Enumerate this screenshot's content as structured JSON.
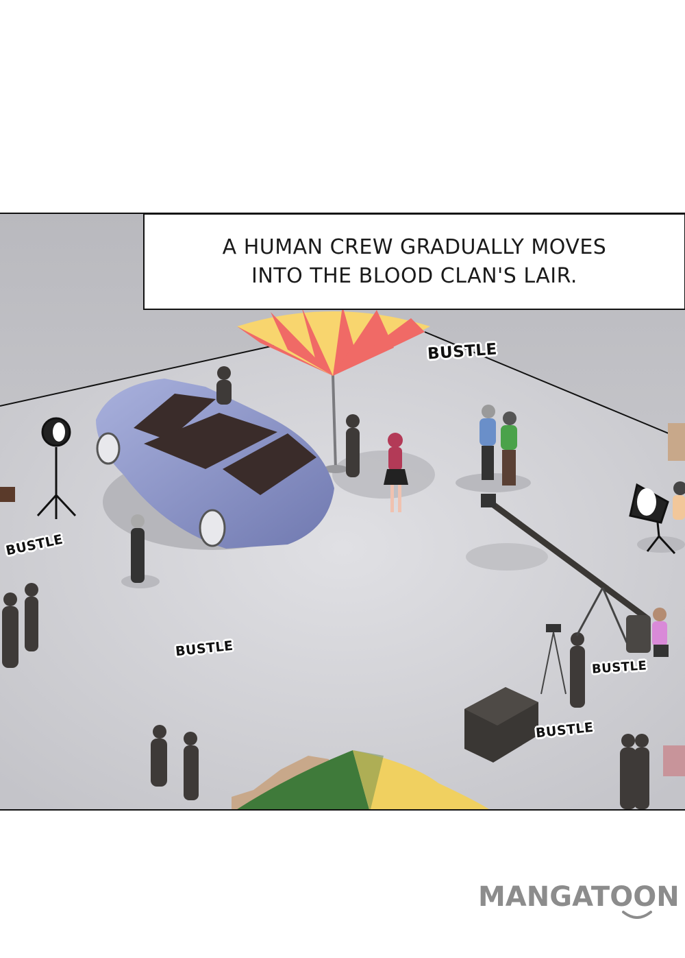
{
  "caption": {
    "line1": "A HUMAN CREW GRADUALLY MOVES",
    "line2": "INTO THE BLOOD CLAN'S LAIR."
  },
  "sound_effects": {
    "sfx1": "BUSTLE",
    "sfx2": "BUSTLE",
    "sfx3": "BUSTLE",
    "sfx4": "BUSTLE",
    "sfx5": "BUSTLE"
  },
  "watermark": {
    "text": "MANGATOON"
  },
  "colors": {
    "floor": "#d2d2d6",
    "car": "#8891c2",
    "umbrella_red": "#f06a66",
    "umbrella_yellow": "#f8d56e",
    "tent_green": "#3f7a3a",
    "tent_yellow": "#f0d060",
    "logo_gray": "#8c8c8c"
  }
}
